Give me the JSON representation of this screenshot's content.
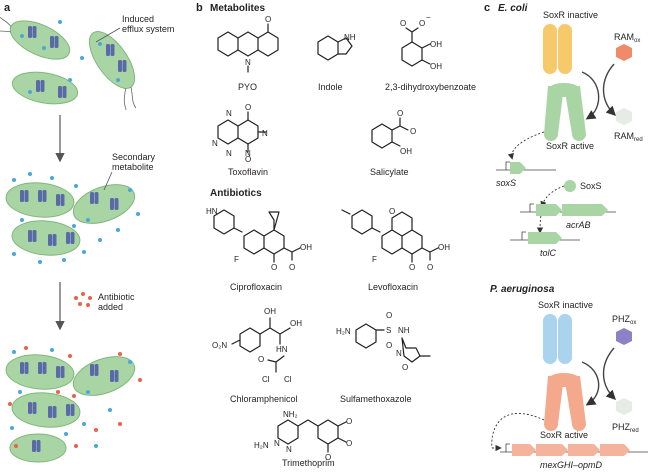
{
  "panels": {
    "a": {
      "letter": "a",
      "efflux_label": "Induced\nefflux system",
      "secondary_label": "Secondary\nmetabolite",
      "antibiotic_label": "Antibiotic\nadded"
    },
    "b": {
      "letter": "b",
      "metabolites_heading": "Metabolites",
      "antibiotics_heading": "Antibiotics",
      "metabolites": [
        "PYO",
        "Indole",
        "2,3-dihydroxybenzoate",
        "Toxoflavin",
        "Salicylate"
      ],
      "antibiotics": [
        "Ciprofloxacin",
        "Levofloxacin",
        "Chloramphenicol",
        "Sulfamethoxazole",
        "Trimethoprim"
      ]
    },
    "c": {
      "letter": "c",
      "ecoli": {
        "species": "E. coli",
        "inactive": "SoxR inactive",
        "active": "SoxR active",
        "ram_ox": "RAM",
        "ram_ox_sub": "ox",
        "ram_red": "RAM",
        "ram_red_sub": "red",
        "soxs_gene": "soxS",
        "soxs_protein": "SoxS",
        "acrab": "acrAB",
        "tolc": "tolC"
      },
      "paeru": {
        "species": "P. aeruginosa",
        "inactive": "SoxR inactive",
        "active": "SoxR active",
        "phz_ox": "PHZ",
        "phz_ox_sub": "ox",
        "phz_red": "PHZ",
        "phz_red_sub": "red",
        "operon": "mexGHI–opmD"
      }
    }
  },
  "atoms": {
    "O": "O",
    "N": "N",
    "NH": "NH",
    "OH": "OH",
    "Ominus": "O",
    "minus": "−",
    "F": "F",
    "H2N": "H₂N",
    "NH2": "NH₂",
    "S": "S",
    "Cl": "Cl",
    "O2N": "O₂N",
    "N_minus": "N"
  },
  "colors": {
    "cell": "#a9d5a5",
    "cell_stroke": "#7fb77b",
    "pump": "#5a6aa8",
    "metabolite": "#4aa8d8",
    "antibiotic": "#e8624a",
    "soxr_inactive_ecoli": "#f6c96b",
    "soxr_inactive_pa": "#a9d3ee",
    "soxr_active_ecoli": "#a9d5a5",
    "soxr_active_pa": "#f4a98c",
    "ram_ox": "#f08a6a",
    "phz_ox": "#8e82c6",
    "gene_green": "#a9d5a5",
    "gene_salmon": "#f4b39a"
  }
}
